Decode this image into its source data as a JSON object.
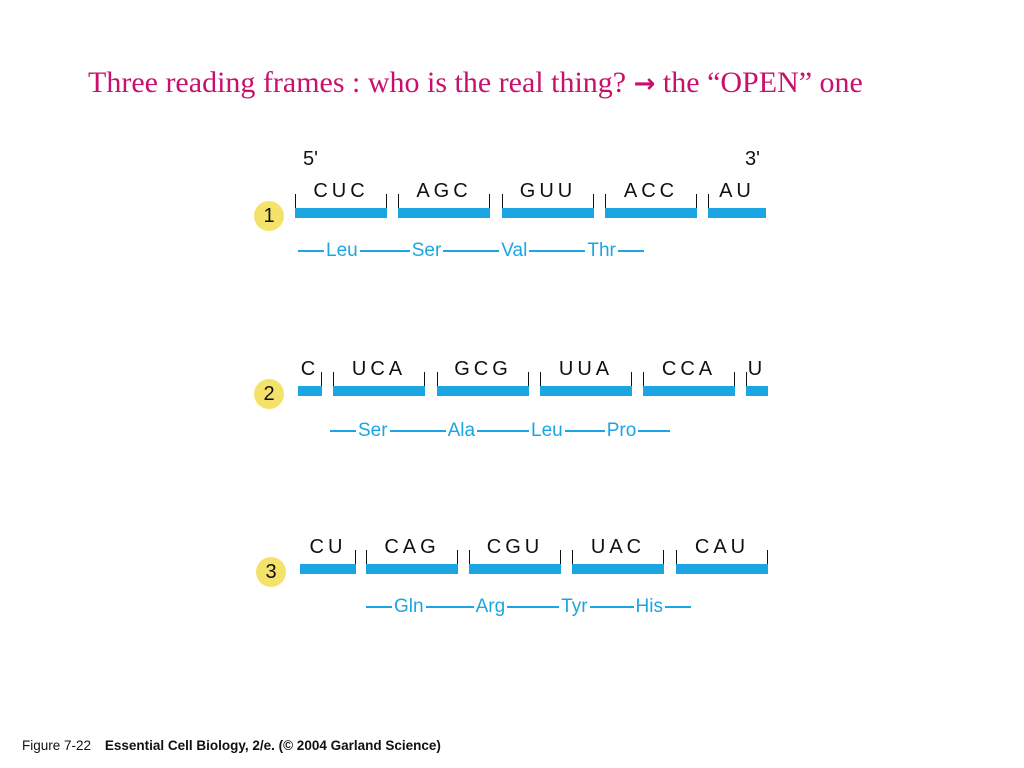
{
  "title": {
    "text": "Three reading frames : who is the real thing?",
    "arrow": "→",
    "tail": "the “OPEN” one"
  },
  "ends": {
    "five_prime": "5'",
    "three_prime": "3'"
  },
  "frames": [
    {
      "number": "1",
      "codons": [
        "CUC",
        "AGC",
        "GUU",
        "ACC",
        "AU"
      ],
      "amino_acids": [
        "Leu",
        "Ser",
        "Val",
        "Thr"
      ]
    },
    {
      "number": "2",
      "codons": [
        "C",
        "UCA",
        "GCG",
        "UUA",
        "CCA",
        "U"
      ],
      "amino_acids": [
        "Ser",
        "Ala",
        "Leu",
        "Pro"
      ]
    },
    {
      "number": "3",
      "codons": [
        "CU",
        "CAG",
        "CGU",
        "UAC",
        "CAU"
      ],
      "amino_acids": [
        "Gln",
        "Arg",
        "Tyr",
        "His"
      ]
    }
  ],
  "caption": {
    "figure": "Figure 7-22",
    "source": "Essential Cell Biology, 2/e. (© 2004 Garland Science)"
  },
  "colors": {
    "title": "#c8106e",
    "codon_bar": "#1ba6e3",
    "amino_acid": "#1ba6e3",
    "badge": "#f5e26b"
  }
}
